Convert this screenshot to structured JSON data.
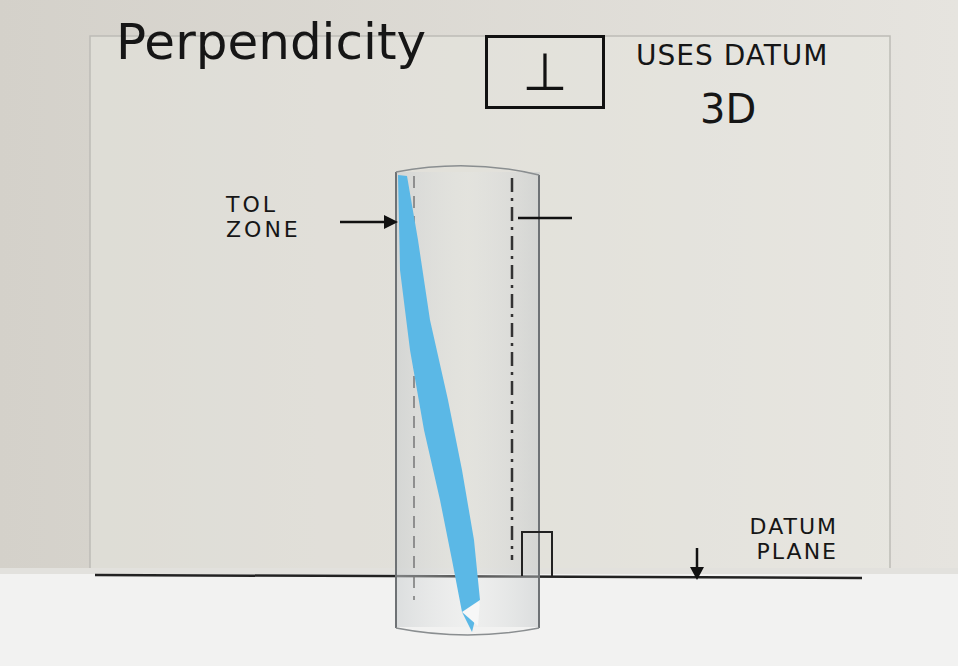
{
  "diagram": {
    "nodes": [
      {
        "text": [
          "⊥"
        ]
      }
    ],
    "labels": [
      "Perpendicity",
      "USES DATUM",
      "3D",
      "TOL ZONE",
      "DATUM PLANE"
    ]
  }
}
